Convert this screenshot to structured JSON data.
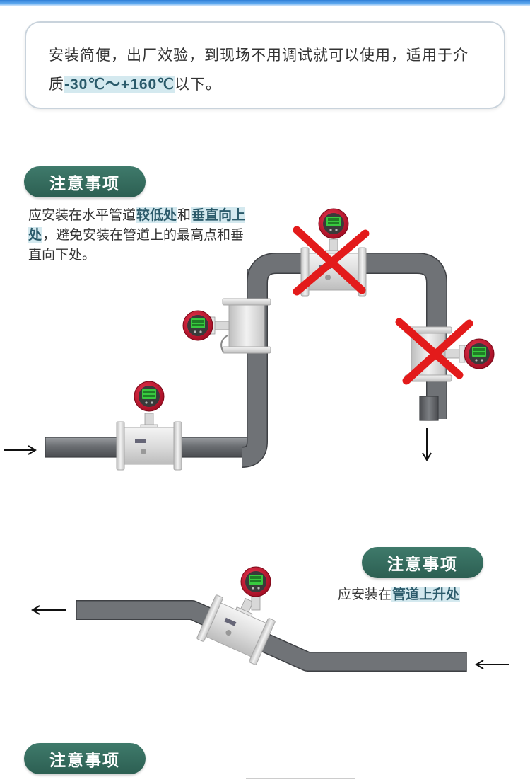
{
  "intro": {
    "text_before": "安装简便，出厂效验，到现场不用调试就可以使用，适用于介质",
    "temp_range": "-30℃～+160℃",
    "text_after": "以下。"
  },
  "section1": {
    "pill_label": "注意事项",
    "desc_part1": "应安装在水平管道",
    "desc_hl1": "较低处",
    "desc_part2": "和",
    "desc_hl2": "垂直向上处",
    "desc_part3": "，避免安装在管道上的最高点和垂直向下处。"
  },
  "section2": {
    "pill_label": "注意事项",
    "desc_part1": "应安装在",
    "desc_hl1": "管道上升处"
  },
  "section3": {
    "pill_label": "注意事项"
  },
  "colors": {
    "pill_bg": "#2c5f52",
    "highlight_bg": "#d4e9ef",
    "pipe": "#6b6e72",
    "cross": "#e31b1b",
    "meter_red": "#c8102e",
    "meter_screen": "#2fbf3b"
  }
}
